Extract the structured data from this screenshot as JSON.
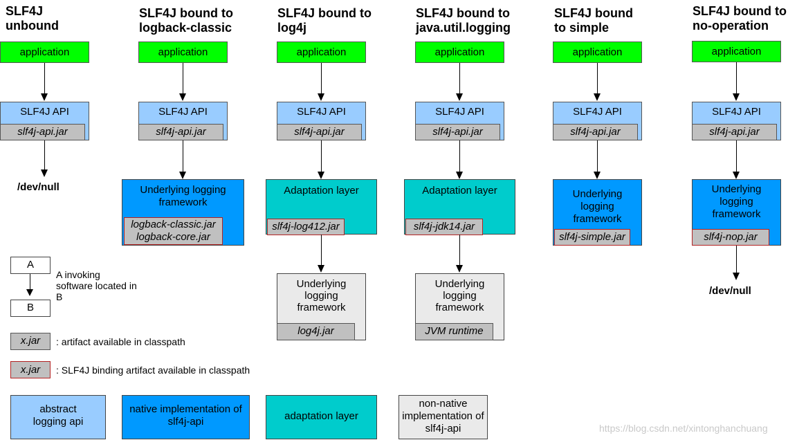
{
  "columns": [
    {
      "title_lines": [
        "SLF4J",
        "unbound"
      ],
      "application": "application",
      "api": "SLF4J API",
      "api_jar": "slf4j-api.jar",
      "result": "/dev/null"
    },
    {
      "title_lines": [
        "SLF4J bound to",
        "logback-classic"
      ],
      "application": "application",
      "api": "SLF4J API",
      "api_jar": "slf4j-api.jar",
      "framework": "Underlying logging framework",
      "jars": [
        "logback-classic.jar",
        "logback-core.jar"
      ]
    },
    {
      "title_lines": [
        "SLF4J bound to",
        "log4j"
      ],
      "application": "application",
      "api": "SLF4J API",
      "api_jar": "slf4j-api.jar",
      "adaptation": "Adaptation layer",
      "binding_jar": "slf4j-log412.jar",
      "framework": "Underlying logging framework",
      "framework_jar": "log4j.jar"
    },
    {
      "title_lines": [
        "SLF4J bound to",
        "java.util.logging"
      ],
      "application": "application",
      "api": "SLF4J API",
      "api_jar": "slf4j-api.jar",
      "adaptation": "Adaptation layer",
      "binding_jar": "slf4j-jdk14.jar",
      "framework": "Underlying logging framework",
      "framework_jar": "JVM runtime"
    },
    {
      "title_lines": [
        "SLF4J bound",
        "to simple"
      ],
      "application": "application",
      "api": "SLF4J API",
      "api_jar": "slf4j-api.jar",
      "framework": "Underlying logging framework",
      "binding_jar": "slf4j-simple.jar"
    },
    {
      "title_lines": [
        "SLF4J bound to",
        "no-operation"
      ],
      "application": "application",
      "api": "SLF4J API",
      "api_jar": "slf4j-api.jar",
      "framework": "Underlying logging framework",
      "binding_jar": "slf4j-nop.jar",
      "result": "/dev/null"
    }
  ],
  "legend": {
    "box_a": "A",
    "box_b": "B",
    "invoking_text": "A invoking software located in B",
    "artifact_box": "x.jar",
    "artifact_text": ": artifact available in classpath",
    "binding_box": "x.jar",
    "binding_text": ": SLF4J binding artifact available in classpath",
    "color_keys": [
      {
        "label": "abstract logging api",
        "color": "#99ccff"
      },
      {
        "label": "native implementation of slf4j-api",
        "color": "#0099ff"
      },
      {
        "label": "adaptation layer",
        "color": "#00cccc"
      },
      {
        "label": "non-native implementation of slf4j-api",
        "color": "#eaeaea"
      }
    ]
  },
  "watermark": "https://blog.csdn.net/xintonghanchuang",
  "colors": {
    "application": "#00ff00",
    "api": "#99ccff",
    "native": "#0099ff",
    "adaptation": "#00cccc",
    "nonnative": "#eaeaea",
    "jar": "#c0c0c0",
    "binding_border": "#b22222"
  }
}
